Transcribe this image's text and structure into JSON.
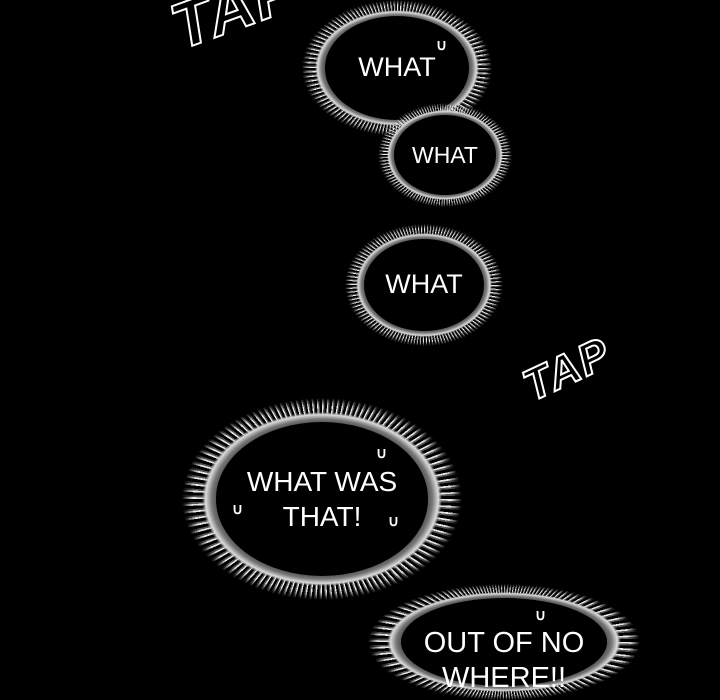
{
  "sfx": {
    "top_tap": "TAP",
    "mid_tap": "TAP"
  },
  "bubbles": [
    {
      "lines": [
        "WHAT"
      ]
    },
    {
      "lines": [
        "WHAT"
      ]
    },
    {
      "lines": [
        "WHAT"
      ]
    },
    {
      "lines": [
        "WHAT WAS",
        "THAT!"
      ]
    },
    {
      "lines": [
        "OUT OF NO",
        "WHERE!!"
      ]
    }
  ],
  "tick_mark": "∪"
}
